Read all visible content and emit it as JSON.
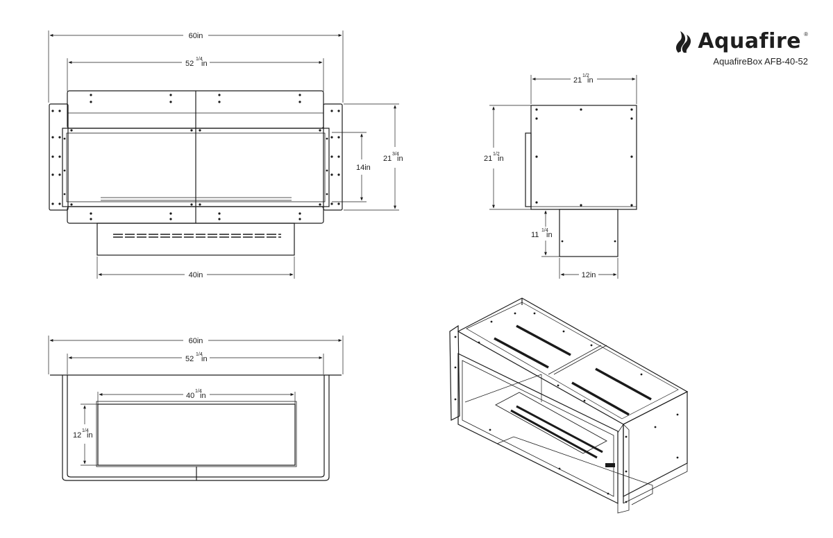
{
  "brand": {
    "name": "Aquafire",
    "registered_mark": "®",
    "model": "AquafireBox AFB-40-52"
  },
  "front_view": {
    "overall_width": "60in",
    "frame_width": "52",
    "frame_width_frac": "1/4",
    "overall_height": "21",
    "overall_height_frac": "3/4",
    "opening_height": "14in",
    "base_width": "40in"
  },
  "side_view": {
    "depth": "21",
    "depth_frac": "1/2",
    "height": "21",
    "height_frac": "1/2",
    "base_height": "11",
    "base_height_frac": "1/4",
    "base_depth": "12in"
  },
  "top_view": {
    "overall_width": "60in",
    "frame_width": "52",
    "frame_width_frac": "1/4",
    "opening_width": "40",
    "opening_width_frac": "1/4",
    "opening_depth": "12",
    "opening_depth_frac": "1/4"
  },
  "units_suffix": "in"
}
